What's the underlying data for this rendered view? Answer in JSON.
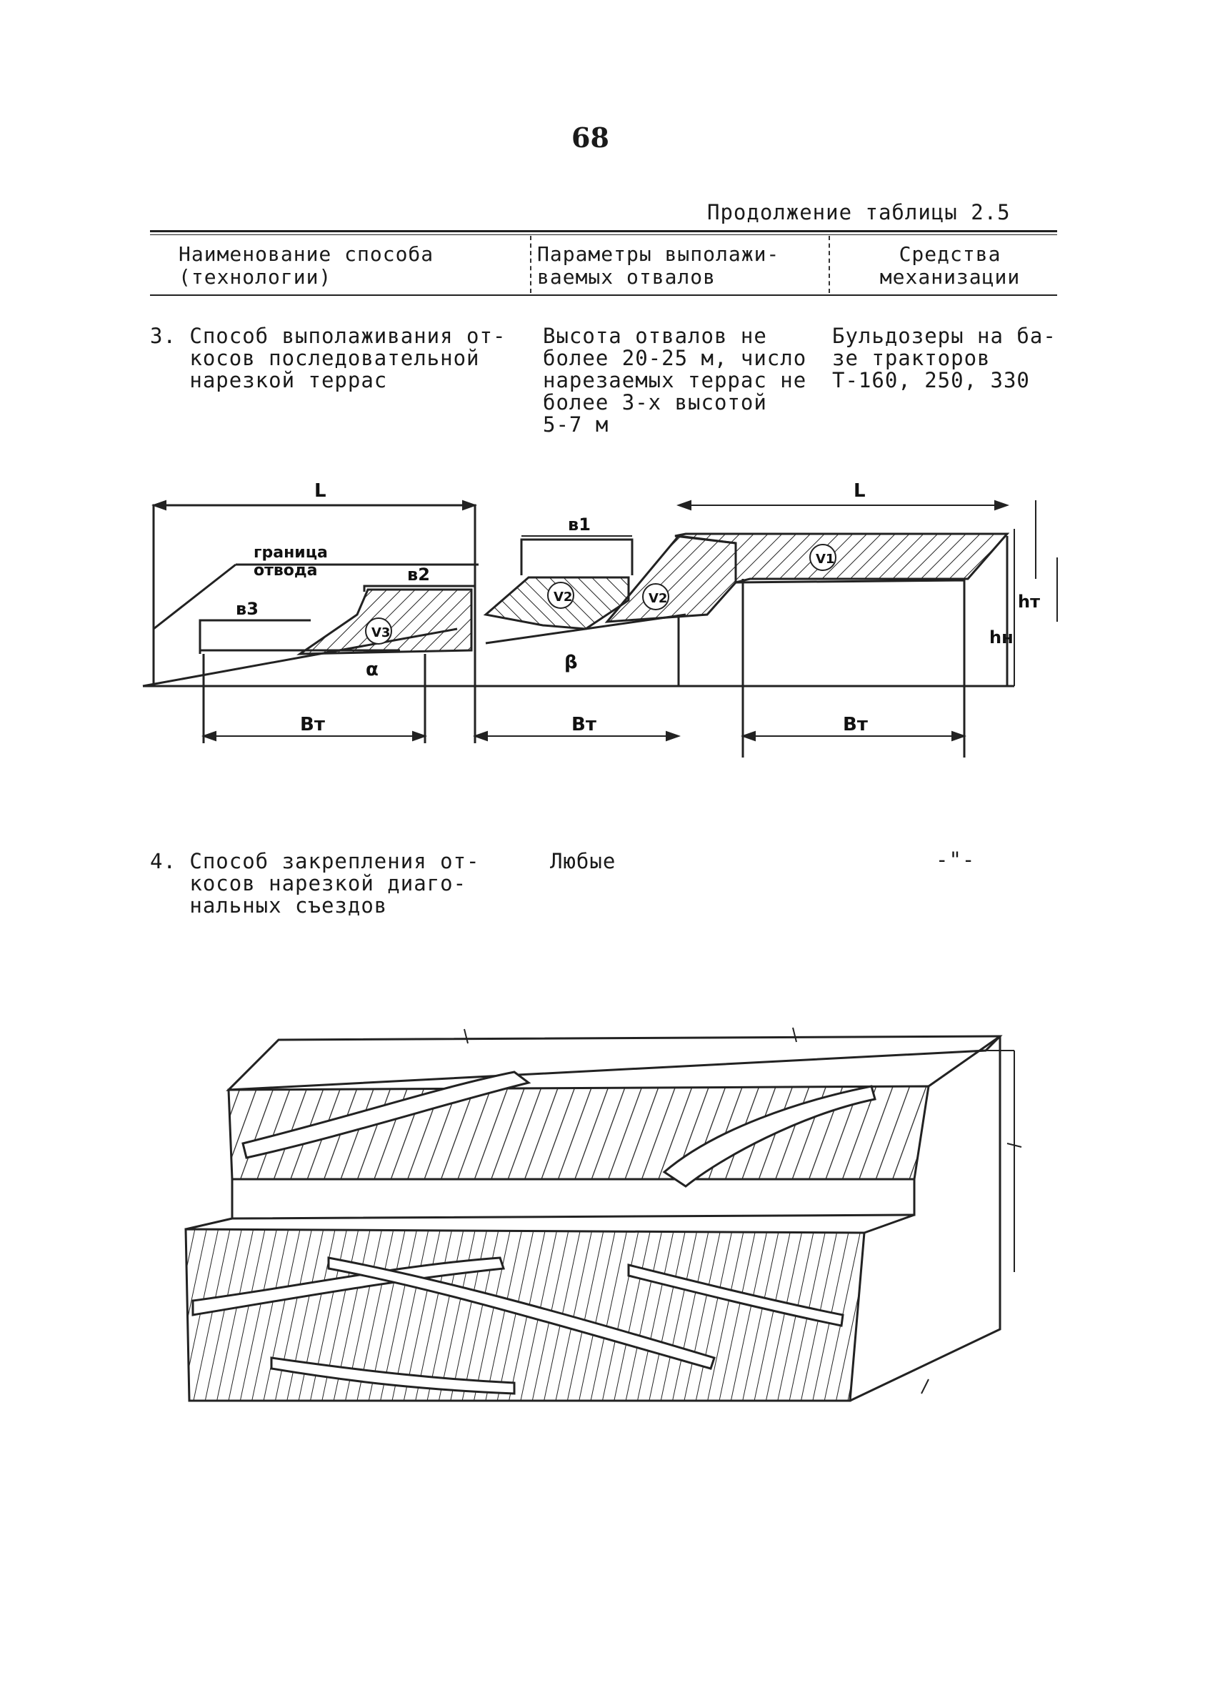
{
  "page": {
    "number": "68",
    "continuation": "Продолжение таблицы 2.5"
  },
  "table": {
    "headers": [
      "Наименование способа\n(технологии)",
      "Параметры выполажи-\nваемых отвалов",
      "Средства\nмеханизации"
    ],
    "rows": [
      {
        "method": "3. Способ выполаживания от-\n   косов последовательной\n   нарезкой террас",
        "params": "Высота отвалов не\nболее 20-25 м, число\nнарезаемых террас не\nболее 3-х высотой\n5-7 м",
        "means": "Бульдозеры на ба-\nзе тракторов\nТ-160, 250, 330"
      },
      {
        "method": "4. Способ закрепления от-\n   косов нарезкой диаго-\n   нальных съездов",
        "params": "Любые",
        "means": "-\"-"
      }
    ]
  },
  "figure1": {
    "labels": {
      "L_left": "L",
      "L_right": "L",
      "boundary_1": "граница",
      "boundary_2": "отвода",
      "b1": "в1",
      "b2": "в2",
      "b3": "в3",
      "V1": "V1",
      "V2": "V2",
      "V3": "V3",
      "alpha": "α",
      "beta": "β",
      "BT_1": "Вт",
      "BT_2": "Вт",
      "BT_3": "Вт",
      "hn": "hн",
      "hT": "hт"
    }
  }
}
